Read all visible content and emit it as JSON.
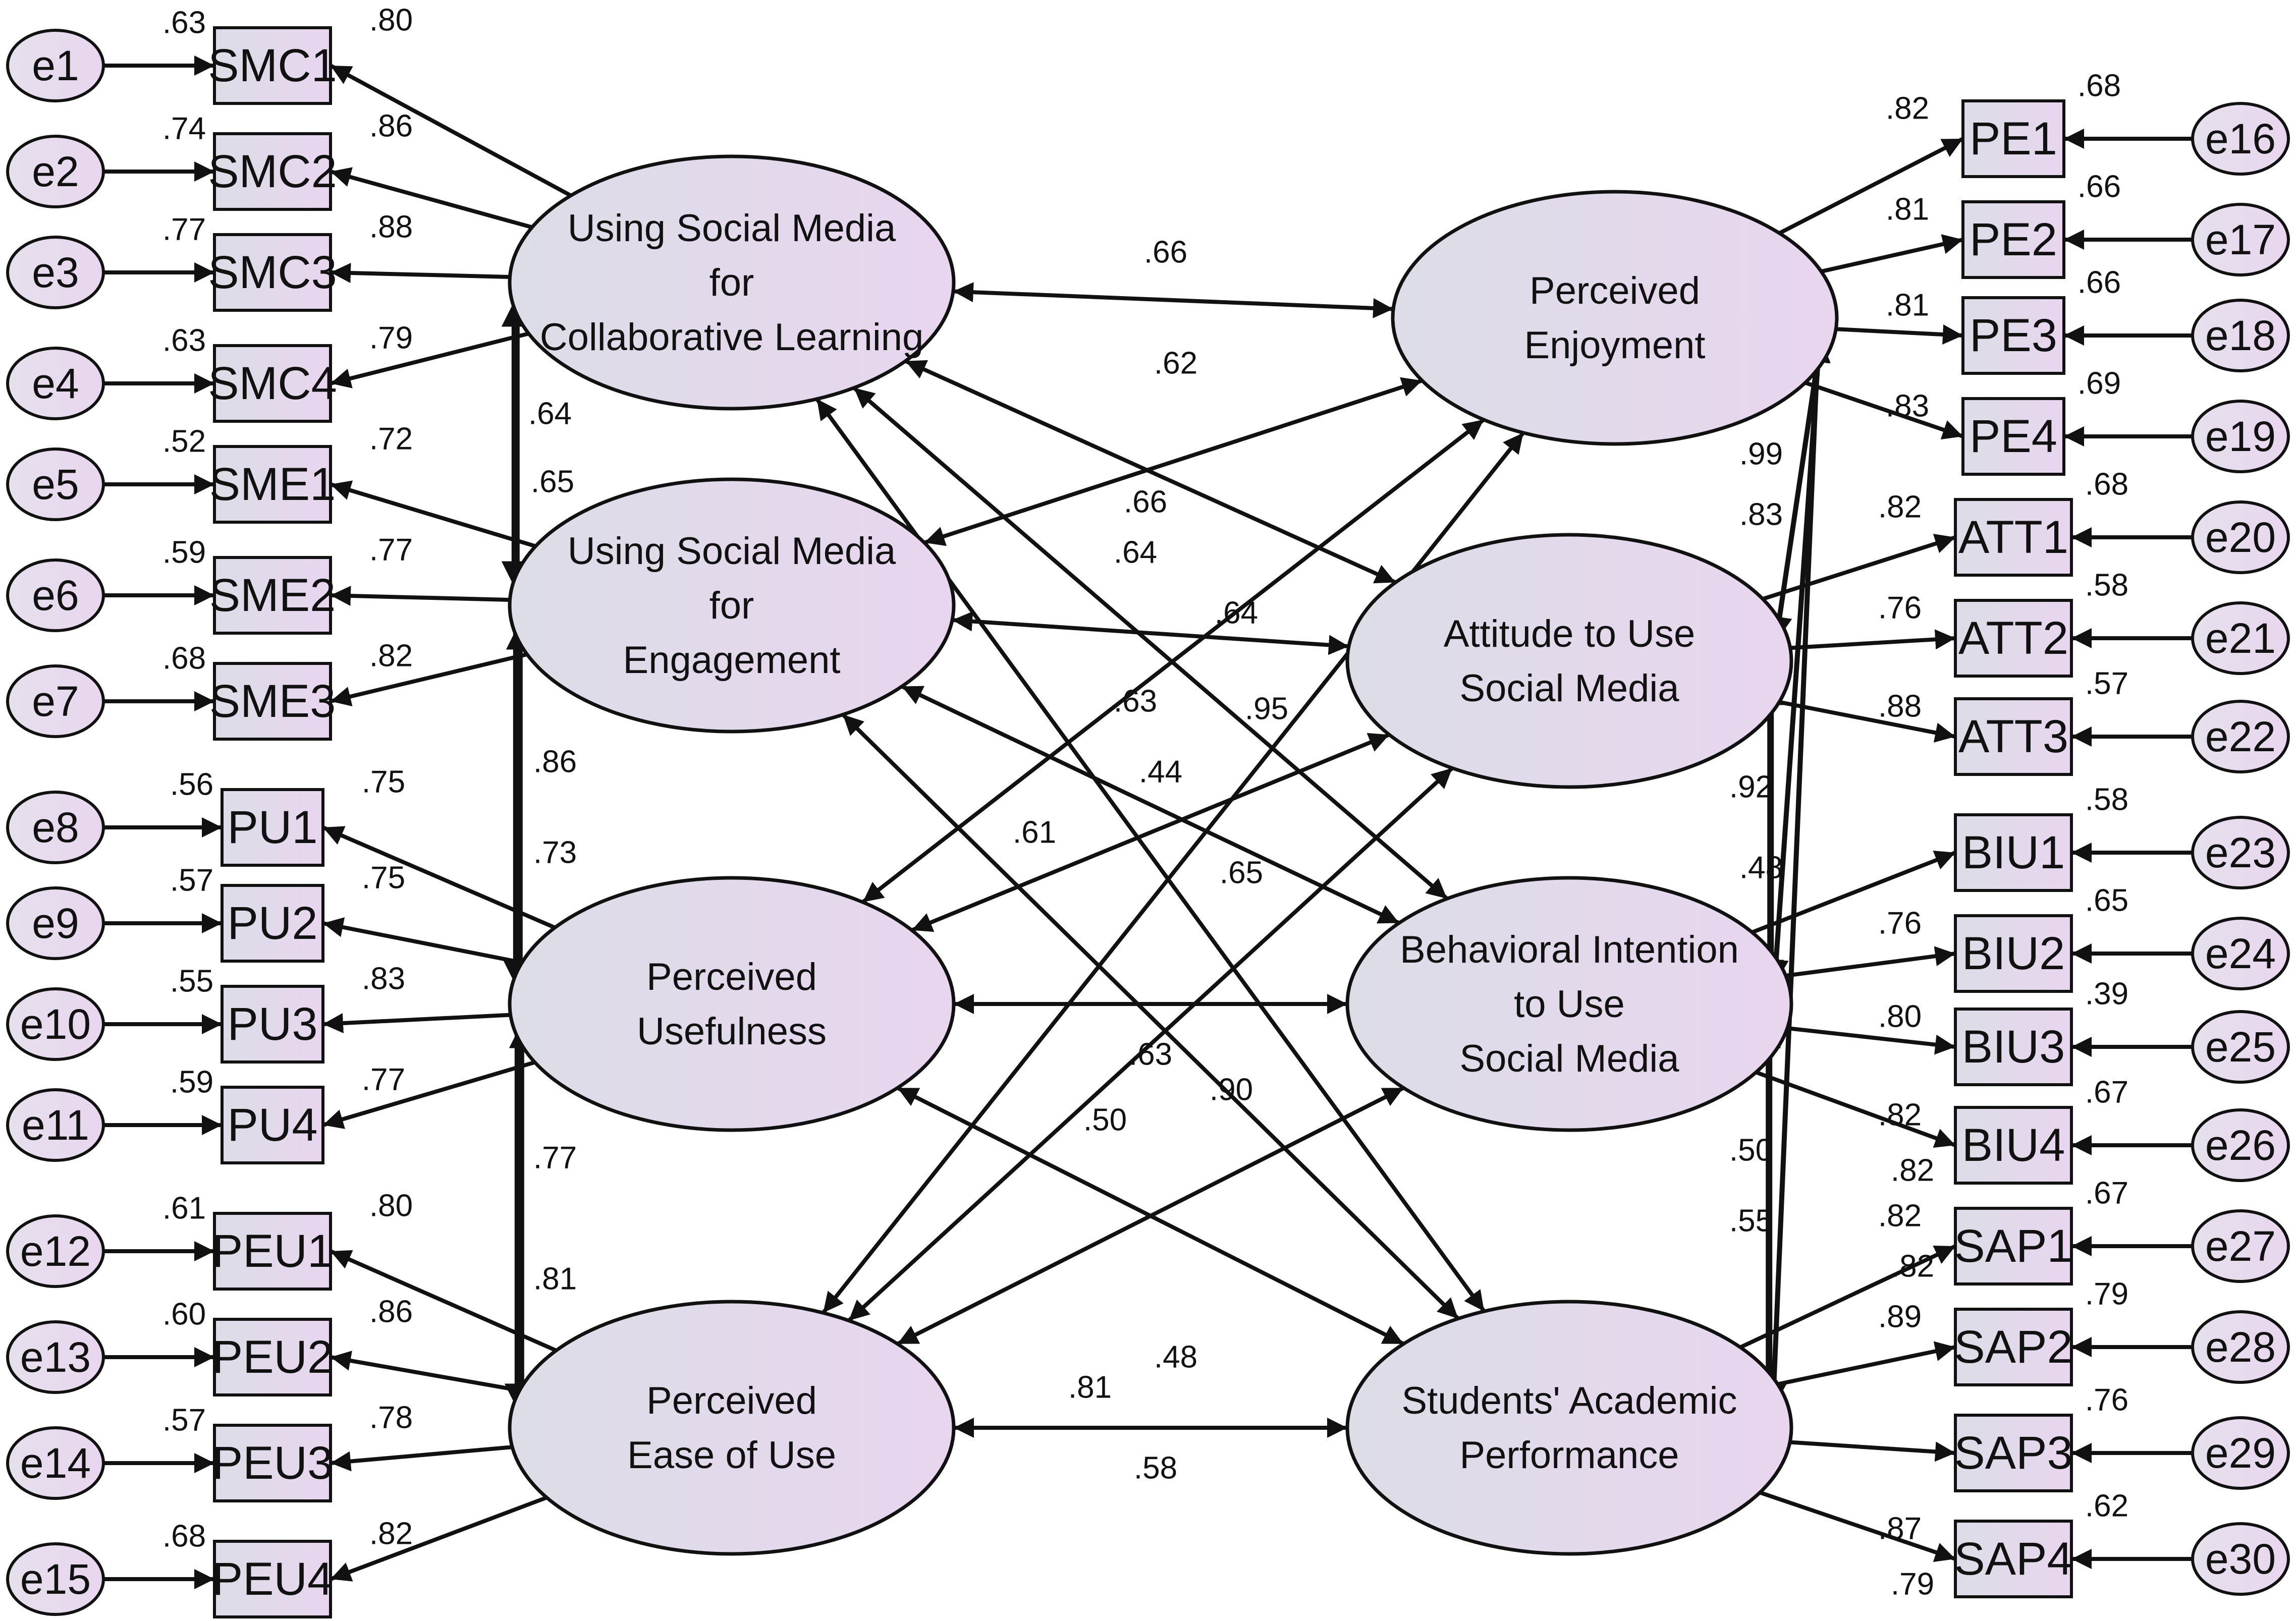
{
  "latents": [
    {
      "id": "SMC",
      "lines": [
        "Using Social Media",
        "for",
        "Collaborative Learning"
      ]
    },
    {
      "id": "SME",
      "lines": [
        "Using Social Media",
        "for",
        "Engagement"
      ]
    },
    {
      "id": "PU",
      "lines": [
        "Perceived",
        "Usefulness"
      ]
    },
    {
      "id": "PEU",
      "lines": [
        "Perceived",
        "Ease of Use"
      ]
    },
    {
      "id": "PE",
      "lines": [
        "Perceived",
        "Enjoyment"
      ]
    },
    {
      "id": "ATT",
      "lines": [
        "Attitude to Use",
        "Social Media"
      ]
    },
    {
      "id": "BIU",
      "lines": [
        "Behavioral Intention",
        "to Use",
        "Social Media"
      ]
    },
    {
      "id": "SAP",
      "lines": [
        "Students' Academic",
        "Performance"
      ]
    }
  ],
  "indicators": [
    {
      "name": "SMC1",
      "latent": "SMC",
      "error": "e1",
      "loading": ".80",
      "r2": ".63"
    },
    {
      "name": "SMC2",
      "latent": "SMC",
      "error": "e2",
      "loading": ".86",
      "r2": ".74"
    },
    {
      "name": "SMC3",
      "latent": "SMC",
      "error": "e3",
      "loading": ".88",
      "r2": ".77"
    },
    {
      "name": "SMC4",
      "latent": "SMC",
      "error": "e4",
      "loading": ".79",
      "r2": ".63"
    },
    {
      "name": "SME1",
      "latent": "SME",
      "error": "e5",
      "loading": ".72",
      "r2": ".52"
    },
    {
      "name": "SME2",
      "latent": "SME",
      "error": "e6",
      "loading": ".77",
      "r2": ".59"
    },
    {
      "name": "SME3",
      "latent": "SME",
      "error": "e7",
      "loading": ".82",
      "r2": ".68"
    },
    {
      "name": "PU1",
      "latent": "PU",
      "error": "e8",
      "loading": ".75",
      "r2": ".56"
    },
    {
      "name": "PU2",
      "latent": "PU",
      "error": "e9",
      "loading": ".75",
      "r2": ".57"
    },
    {
      "name": "PU3",
      "latent": "PU",
      "error": "e10",
      "loading": ".83",
      "r2": ".55"
    },
    {
      "name": "PU4",
      "latent": "PU",
      "error": "e11",
      "loading": ".77",
      "r2": ".59"
    },
    {
      "name": "PEU1",
      "latent": "PEU",
      "error": "e12",
      "loading": ".80",
      "r2": ".61"
    },
    {
      "name": "PEU2",
      "latent": "PEU",
      "error": "e13",
      "loading": ".86",
      "r2": ".60"
    },
    {
      "name": "PEU3",
      "latent": "PEU",
      "error": "e14",
      "loading": ".78",
      "r2": ".57"
    },
    {
      "name": "PEU4",
      "latent": "PEU",
      "error": "e15",
      "loading": ".82",
      "r2": ".68"
    },
    {
      "name": "PE1",
      "latent": "PE",
      "error": "e16",
      "loading": ".82",
      "r2": ".68"
    },
    {
      "name": "PE2",
      "latent": "PE",
      "error": "e17",
      "loading": ".81",
      "r2": ".66"
    },
    {
      "name": "PE3",
      "latent": "PE",
      "error": "e18",
      "loading": ".81",
      "r2": ".66"
    },
    {
      "name": "PE4",
      "latent": "PE",
      "error": "e19",
      "loading": ".83",
      "r2": ".69"
    },
    {
      "name": "ATT1",
      "latent": "ATT",
      "error": "e20",
      "loading": ".82",
      "r2": ".68"
    },
    {
      "name": "ATT2",
      "latent": "ATT",
      "error": "e21",
      "loading": ".76",
      "r2": ".58"
    },
    {
      "name": "ATT3",
      "latent": "ATT",
      "error": "e22",
      "loading": ".88",
      "r2": ".57"
    },
    {
      "name": "BIU1",
      "latent": "BIU",
      "error": "e23",
      "loading": "",
      "r2": ".58"
    },
    {
      "name": "BIU2",
      "latent": "BIU",
      "error": "e24",
      "loading": ".76",
      "r2": ".65"
    },
    {
      "name": "BIU3",
      "latent": "BIU",
      "error": "e25",
      "loading": ".80",
      "r2": ".39"
    },
    {
      "name": "BIU4",
      "latent": "BIU",
      "error": "e26",
      "loading": ".82",
      "r2": ".67"
    },
    {
      "name": "SAP1",
      "latent": "SAP",
      "error": "e27",
      "loading": ".82",
      "r2": ".67"
    },
    {
      "name": "SAP2",
      "latent": "SAP",
      "error": "e28",
      "loading": ".89",
      "r2": ".79"
    },
    {
      "name": "SAP3",
      "latent": "SAP",
      "error": "e29",
      "loading": "",
      "r2": ".76"
    },
    {
      "name": "SAP4",
      "latent": "SAP",
      "error": "e30",
      "loading": ".87",
      "r2": ".62"
    }
  ],
  "extra_labels": [
    ".82",
    ".82",
    ".79"
  ],
  "correlations": [
    {
      "from": "SMC",
      "to": "PE",
      "value": ".66"
    },
    {
      "from": "SME",
      "to": "PE",
      "value": ".62"
    },
    {
      "from": "SMC",
      "to": "ATT",
      "value": ".66"
    },
    {
      "from": "SMC",
      "to": "BIU",
      "value": ".64"
    },
    {
      "from": "SME",
      "to": "ATT",
      "value": ".64"
    },
    {
      "from": "PU",
      "to": "PE",
      "value": ".63"
    },
    {
      "from": "PEU",
      "to": "PE",
      "value": ".95"
    },
    {
      "from": "SMC",
      "to": "SAP",
      "value": ".44"
    },
    {
      "from": "PU",
      "to": "ATT",
      "value": ".61"
    },
    {
      "from": "SME",
      "to": "BIU",
      "value": ".65"
    },
    {
      "from": "PU",
      "to": "BIU",
      "value": ".63"
    },
    {
      "from": "PEU",
      "to": "ATT",
      "value": ".50"
    },
    {
      "from": "PEU",
      "to": "BIU",
      "value": ".90"
    },
    {
      "from": "SME",
      "to": "SAP",
      "value": ".48"
    },
    {
      "from": "PU",
      "to": "SAP",
      "value": ".81"
    },
    {
      "from": "PEU",
      "to": "SAP",
      "value": ".58"
    },
    {
      "from": "SMC",
      "to": "SME",
      "value": ".64"
    },
    {
      "from": "SMC",
      "to": "PU",
      "value": ".65"
    },
    {
      "from": "SME",
      "to": "PU",
      "value": ".86"
    },
    {
      "from": "SMC",
      "to": "PEU",
      "value": ".73"
    },
    {
      "from": "PU",
      "to": "PEU",
      "value": ".77"
    },
    {
      "from": "SME",
      "to": "PEU",
      "value": ".81"
    },
    {
      "from": "PE",
      "to": "ATT",
      "value": ".99"
    },
    {
      "from": "PE",
      "to": "BIU",
      "value": ".83"
    },
    {
      "from": "ATT",
      "to": "BIU",
      "value": ".92"
    },
    {
      "from": "PE",
      "to": "SAP",
      "value": ".48"
    },
    {
      "from": "ATT",
      "to": "SAP",
      "value": ".50"
    },
    {
      "from": "BIU",
      "to": "SAP",
      "value": ".55"
    }
  ]
}
